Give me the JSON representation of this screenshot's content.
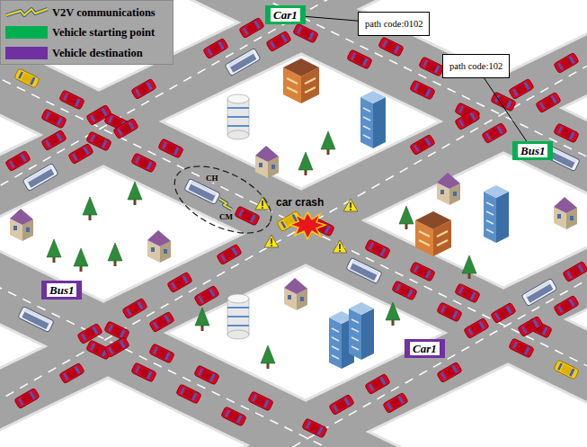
{
  "diagram": {
    "nodes": [
      {
        "text": [
          "Car1"
        ]
      },
      {
        "text": [
          "path code:0102"
        ]
      },
      {
        "text": [
          "path code:102"
        ]
      },
      {
        "text": [
          "Bus1"
        ]
      },
      {
        "text": [
          "Bus1"
        ]
      },
      {
        "text": [
          "Car1"
        ]
      }
    ],
    "edges": [
      {
        "from": 0,
        "to": 1,
        "arrow": "none"
      },
      {
        "from": 3,
        "to": 2,
        "arrow": "none"
      }
    ],
    "labels": [
      "CH",
      "CM",
      "car crash"
    ],
    "legend": [
      {
        "text": "V2V communications"
      },
      {
        "text": "Vehicle starting point",
        "color": "#00b050"
      },
      {
        "text": "Vehicle destination",
        "color": "#7030a0"
      }
    ]
  }
}
